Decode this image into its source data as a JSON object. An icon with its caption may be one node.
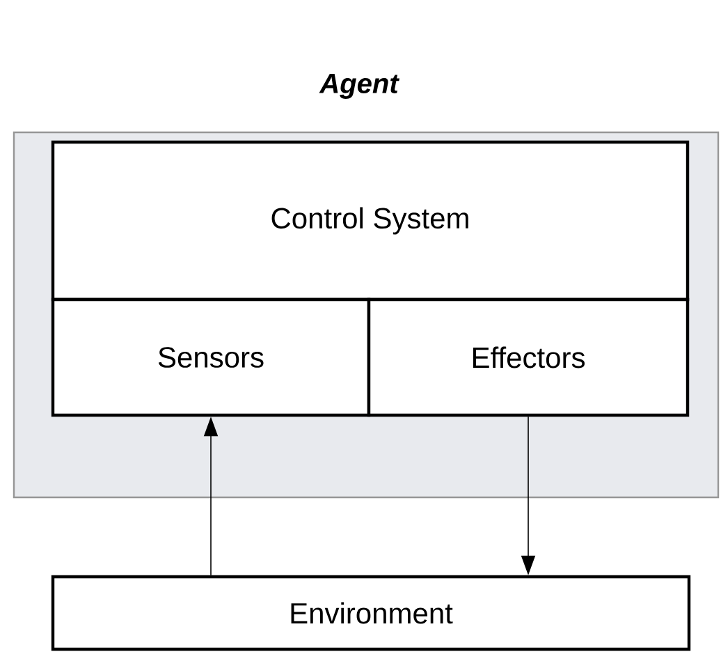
{
  "diagram": {
    "nodes": [
      {
        "text": [
          "Agent"
        ]
      },
      {
        "text": [
          "Control System"
        ],
        "in": 0
      },
      {
        "text": [
          "Sensors"
        ],
        "in": 0
      },
      {
        "text": [
          "Effectors"
        ],
        "in": 0
      },
      {
        "text": [
          "Environment"
        ]
      }
    ],
    "edges": [
      {
        "from": 4,
        "to": 2,
        "arrow": "to"
      },
      {
        "from": 3,
        "to": 4,
        "arrow": "to"
      }
    ]
  }
}
